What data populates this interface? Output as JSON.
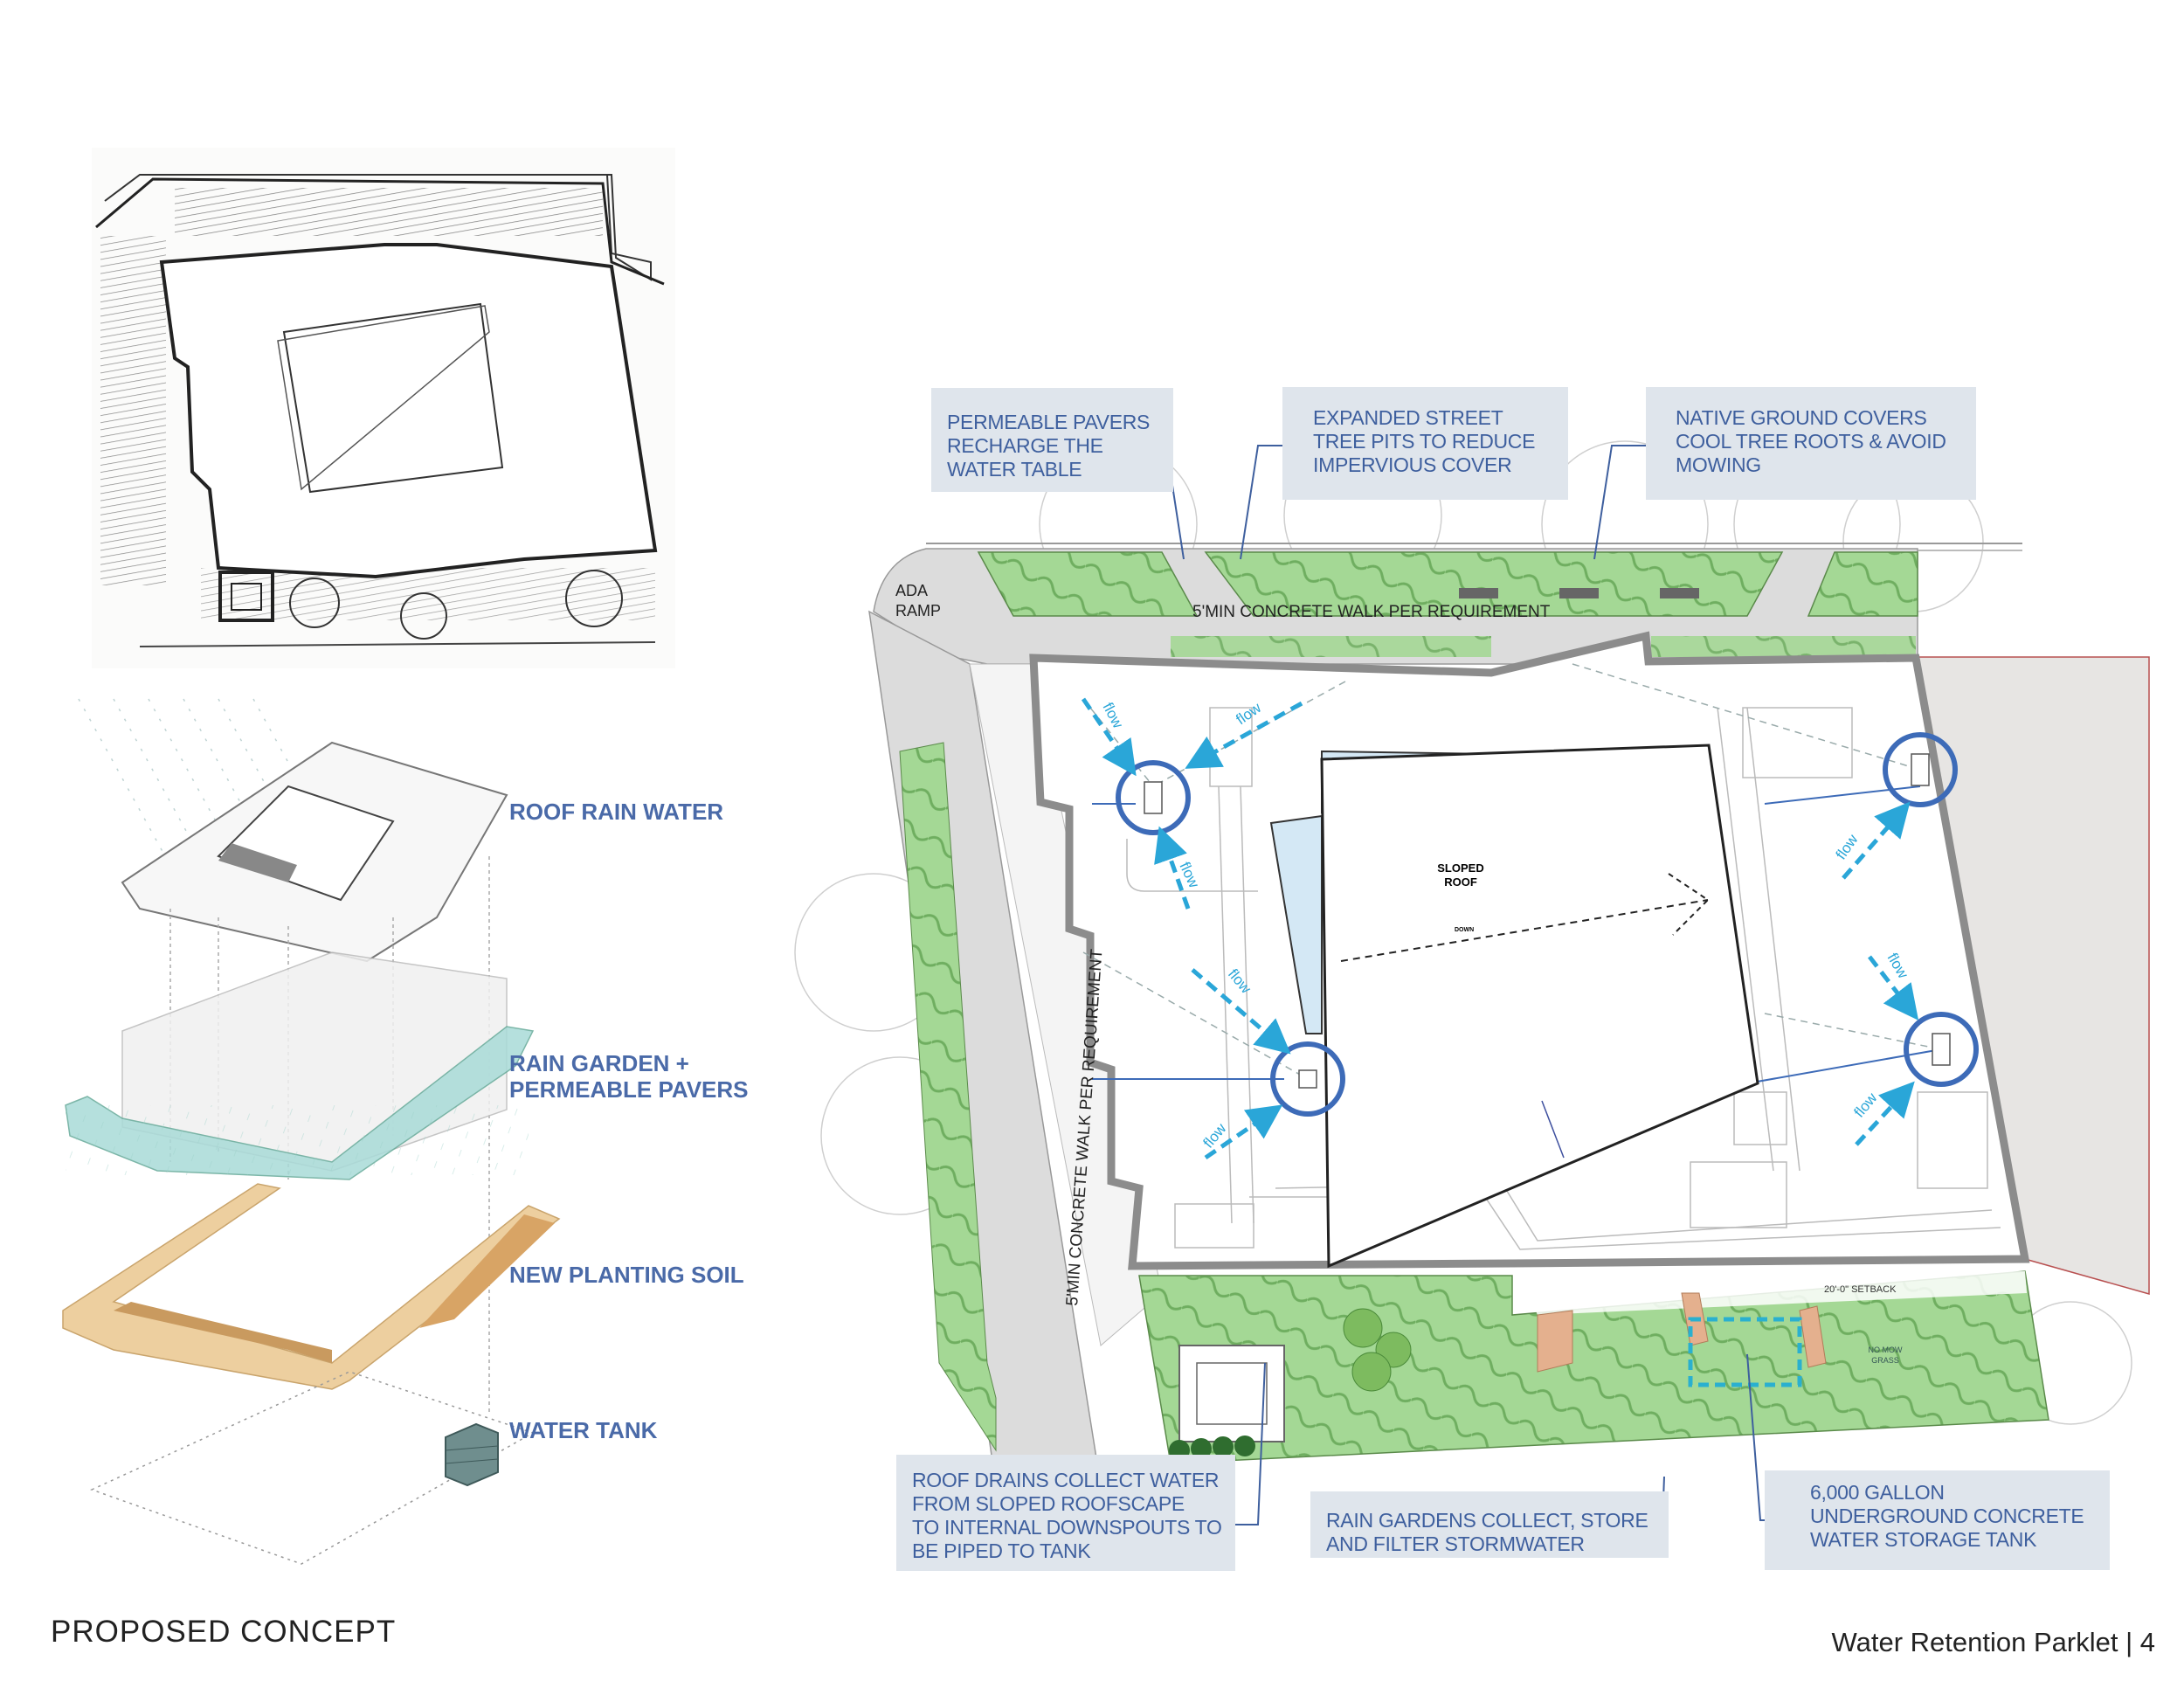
{
  "footer": {
    "section_title": "PROPOSED CONCEPT",
    "page_label": "Water Retention Parklet | 4"
  },
  "axonometric": {
    "layers": [
      {
        "label": "ROOF RAIN WATER"
      },
      {
        "label_line1": "RAIN GARDEN +",
        "label_line2": "PERMEABLE PAVERS"
      },
      {
        "label": "NEW PLANTING SOIL"
      },
      {
        "label": "WATER TANK"
      }
    ],
    "colors": {
      "label": "#4a6aa8",
      "rain_garden": "#7cc6c8",
      "soil": "#e9c48f",
      "tank": "#5d7a7a"
    }
  },
  "site_plan": {
    "street_walk_label": "5'MIN CONCRETE WALK PER REQUIREMENT",
    "side_walk_label": "5'MIN CONCRETE WALK PER REQUIREMENT",
    "ada_ramp": [
      "ADA",
      "RAMP"
    ],
    "roof_label": [
      "SLOPED",
      "ROOF"
    ],
    "slope_label": "DOWN",
    "flow_label": "flow",
    "setback_label": "20'-0\" SETBACK",
    "grass_label": [
      "NO MOW",
      "GRASS"
    ],
    "colors": {
      "planting": "#9fd48f",
      "walk": "#dcdcdc",
      "drain_circle": "#3d6bb8",
      "flow_arrow": "#2aa6d8",
      "tank_outline": "#2ab0cf",
      "building_wall": "#8c8c8c"
    }
  },
  "callouts": {
    "pavers": [
      "PERMEABLE PAVERS",
      "RECHARGE THE",
      "WATER TABLE"
    ],
    "tree_pits": [
      "EXPANDED STREET",
      "TREE PITS TO REDUCE",
      "IMPERVIOUS COVER"
    ],
    "ground_covers": [
      "NATIVE GROUND COVERS",
      "COOL TREE ROOTS & AVOID",
      "MOWING"
    ],
    "roof_drains": [
      "ROOF DRAINS COLLECT WATER",
      "FROM SLOPED ROOFSCAPE",
      "TO INTERNAL DOWNSPOUTS TO",
      "BE PIPED TO TANK"
    ],
    "rain_gardens": [
      "RAIN GARDENS COLLECT, STORE",
      "AND FILTER STORMWATER"
    ],
    "tank": [
      "6,000 GALLON",
      "UNDERGROUND CONCRETE",
      "WATER STORAGE TANK"
    ]
  }
}
